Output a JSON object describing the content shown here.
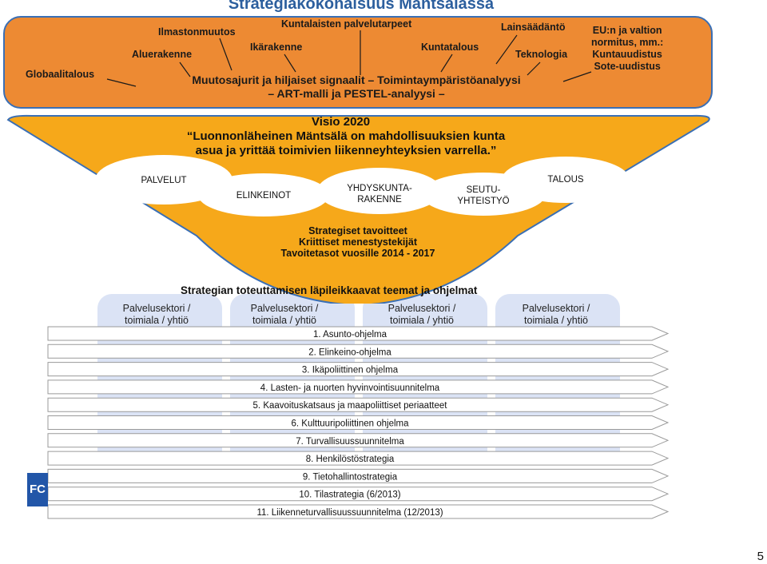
{
  "title": "Strategiakokonaisuus Mäntsälässä",
  "drivers": {
    "globaalitalous": "Globaalitalous",
    "aluerakenne": "Aluerakenne",
    "ilmastonmuutos": "Ilmastonmuutos",
    "ikarakenne": "Ikärakenne",
    "kuntalaisten": "Kuntalaisten palvelutarpeet",
    "kuntatalous": "Kuntatalous",
    "lainsaadanto": "Lainsäädäntö",
    "teknologia": "Teknologia",
    "eu_line1": "EU:n ja valtion",
    "eu_line2": "normitus, mm.:",
    "eu_line3": "Kuntauudistus",
    "eu_line4": "Sote-uudistus",
    "main_line1": "Muutosajurit ja hiljaiset signaalit – Toimintaympäristöanalyysi",
    "main_line2": "– ART-malli ja PESTEL-analyysi –"
  },
  "vision": {
    "heading": "Visio 2020",
    "line1": "“Luonnonläheinen Mäntsälä on mahdollisuuksien kunta",
    "line2": "asua ja yrittää toimivien liikenneyhteyksien varrella.”"
  },
  "clouds": {
    "palvelut": "PALVELUT",
    "elinkeinot": "ELINKEINOT",
    "yhdyskunta1": "YHDYSKUNTA-",
    "yhdyskunta2": "RAKENNE",
    "seutu1": "SEUTU-",
    "seutu2": "YHTEISTYÖ",
    "talous": "TALOUS"
  },
  "strategic": {
    "line1": "Strategiset tavoitteet",
    "line2": "Kriittiset menestystekijät",
    "line3": "Tavoitetasot vuosille 2014 - 2017"
  },
  "themes_heading": "Strategian toteuttamisen läpileikkaavat teemat ja ohjelmat",
  "sector": {
    "line1": "Palvelusektori /",
    "line2": "toimiala / yhtiö"
  },
  "programs": [
    "1. Asunto-ohjelma",
    "2.  Elinkeino-ohjelma",
    "3. Ikäpoliittinen ohjelma",
    "4. Lasten- ja nuorten hyvinvointisuunnitelma",
    "5. Kaavoituskatsaus ja maapoliittiset periaatteet",
    "6. Kulttuuripoliittinen ohjelma",
    "7. Turvallisuussuunnitelma",
    "8. Henkilöstöstrategia",
    "9. Tietohallintostrategia",
    "10. Tilastrategia (6/2013)",
    "11. Liikenneturvallisuussuunnitelma (12/2013)"
  ],
  "logo_text": "FC",
  "page_number": "5",
  "colors": {
    "title": "#2c5f9e",
    "orange_box": "#ed8a33",
    "funnel": "#f6a81a",
    "border_blue": "#3a6fb5",
    "columns": "#dbe3f5"
  }
}
